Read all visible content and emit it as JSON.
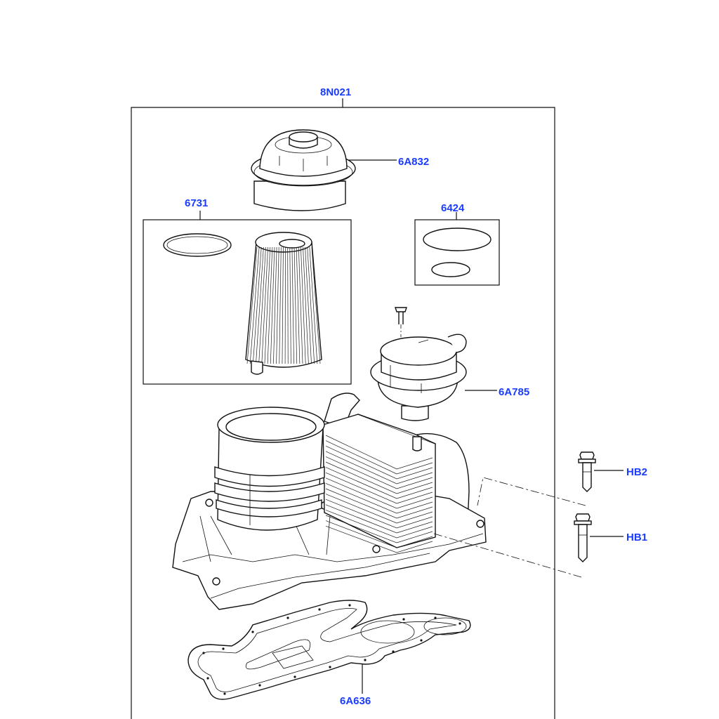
{
  "diagram": {
    "label_color": "#1a3cff",
    "labels": {
      "assembly": "8N021",
      "filter_cap": "6A832",
      "filter_element": "6731",
      "o_rings": "6424",
      "valve_housing": "6A785",
      "bolt_hb2": "HB2",
      "bolt_hb1": "HB1",
      "gasket": "6A636"
    }
  }
}
